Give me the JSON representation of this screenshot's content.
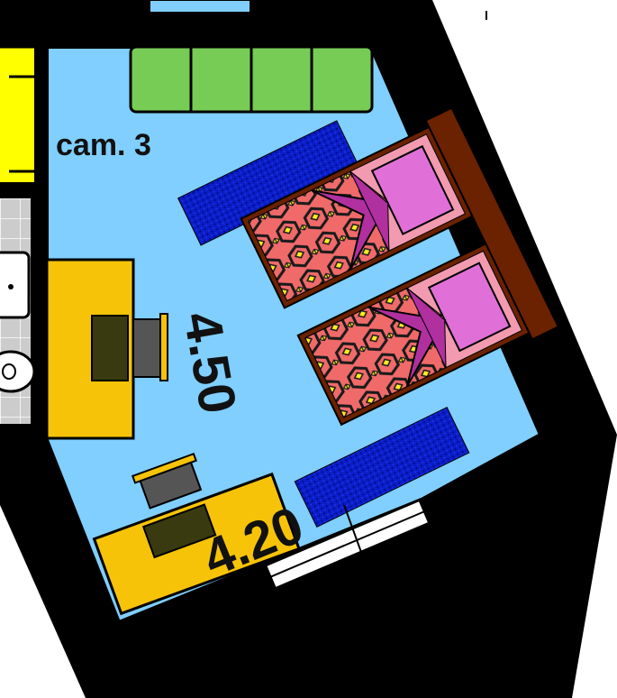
{
  "room_label": "cam. 3",
  "dimension_length": "4.50",
  "dimension_width": "4.20",
  "colors": {
    "wall": "#000000",
    "floor": "#80cfff",
    "adjacent_room": "#ffff00",
    "sofa": "#77cc55",
    "rug": "#0a1ec8",
    "desk": "#f7c308",
    "bed_frame": "#6b2200",
    "bed_cover": "#f06a6a",
    "bed_sheet": "#f29bb0",
    "pillow": "#e070d8",
    "blanket": "#b030a0",
    "pattern": "#ffee22",
    "monitor": "#3a3a10",
    "chair": "#555555",
    "bathroom_tile": "#cccccc"
  },
  "icons": {
    "window": "window-icon",
    "door": "door-icon",
    "bed": "bed-icon",
    "sofa": "sofa-icon",
    "desk": "desk-icon",
    "chair": "chair-icon",
    "rug": "rug-icon",
    "sink": "sink-icon",
    "toilet": "toilet-icon"
  }
}
